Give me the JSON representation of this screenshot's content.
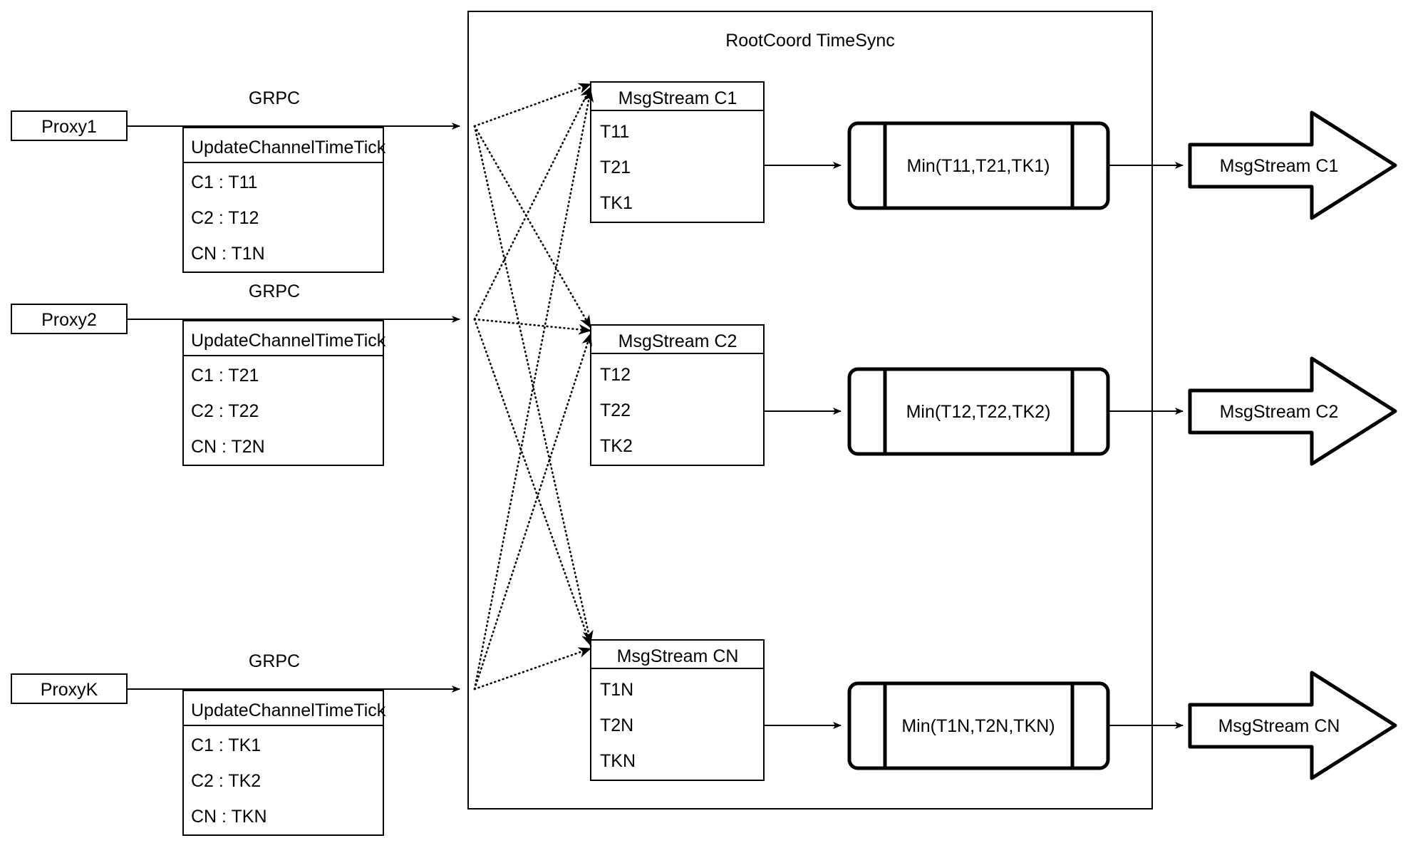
{
  "diagram": {
    "container_title": "RootCoord TimeSync",
    "rows": [
      {
        "proxy": "Proxy1",
        "link_label": "GRPC",
        "tick_box": {
          "header": "UpdateChannelTimeTick",
          "entries": [
            "C1 :  T11",
            "C2 :  T12",
            "CN : T1N"
          ]
        },
        "msgstream": {
          "header": "MsgStream C1",
          "entries": [
            "T11",
            "T21",
            "TK1"
          ]
        },
        "min_box": "Min(T11,T21,TK1)",
        "output": "MsgStream C1"
      },
      {
        "proxy": "Proxy2",
        "link_label": "GRPC",
        "tick_box": {
          "header": "UpdateChannelTimeTick",
          "entries": [
            "C1 :  T21",
            "C2 :  T22",
            "CN : T2N"
          ]
        },
        "msgstream": {
          "header": "MsgStream C2",
          "entries": [
            "T12",
            "T22",
            "TK2"
          ]
        },
        "min_box": "Min(T12,T22,TK2)",
        "output": "MsgStream C2"
      },
      {
        "proxy": "ProxyK",
        "link_label": "GRPC",
        "tick_box": {
          "header": "UpdateChannelTimeTick",
          "entries": [
            "C1 :  TK1",
            "C2 :  TK2",
            "CN : TKN"
          ]
        },
        "msgstream": {
          "header": "MsgStream CN",
          "entries": [
            "T1N",
            "T2N",
            "TKN"
          ]
        },
        "min_box": "Min(T1N,T2N,TKN)",
        "output": "MsgStream CN"
      }
    ],
    "colors": {
      "stroke": "#000000",
      "fill": "#ffffff"
    }
  }
}
